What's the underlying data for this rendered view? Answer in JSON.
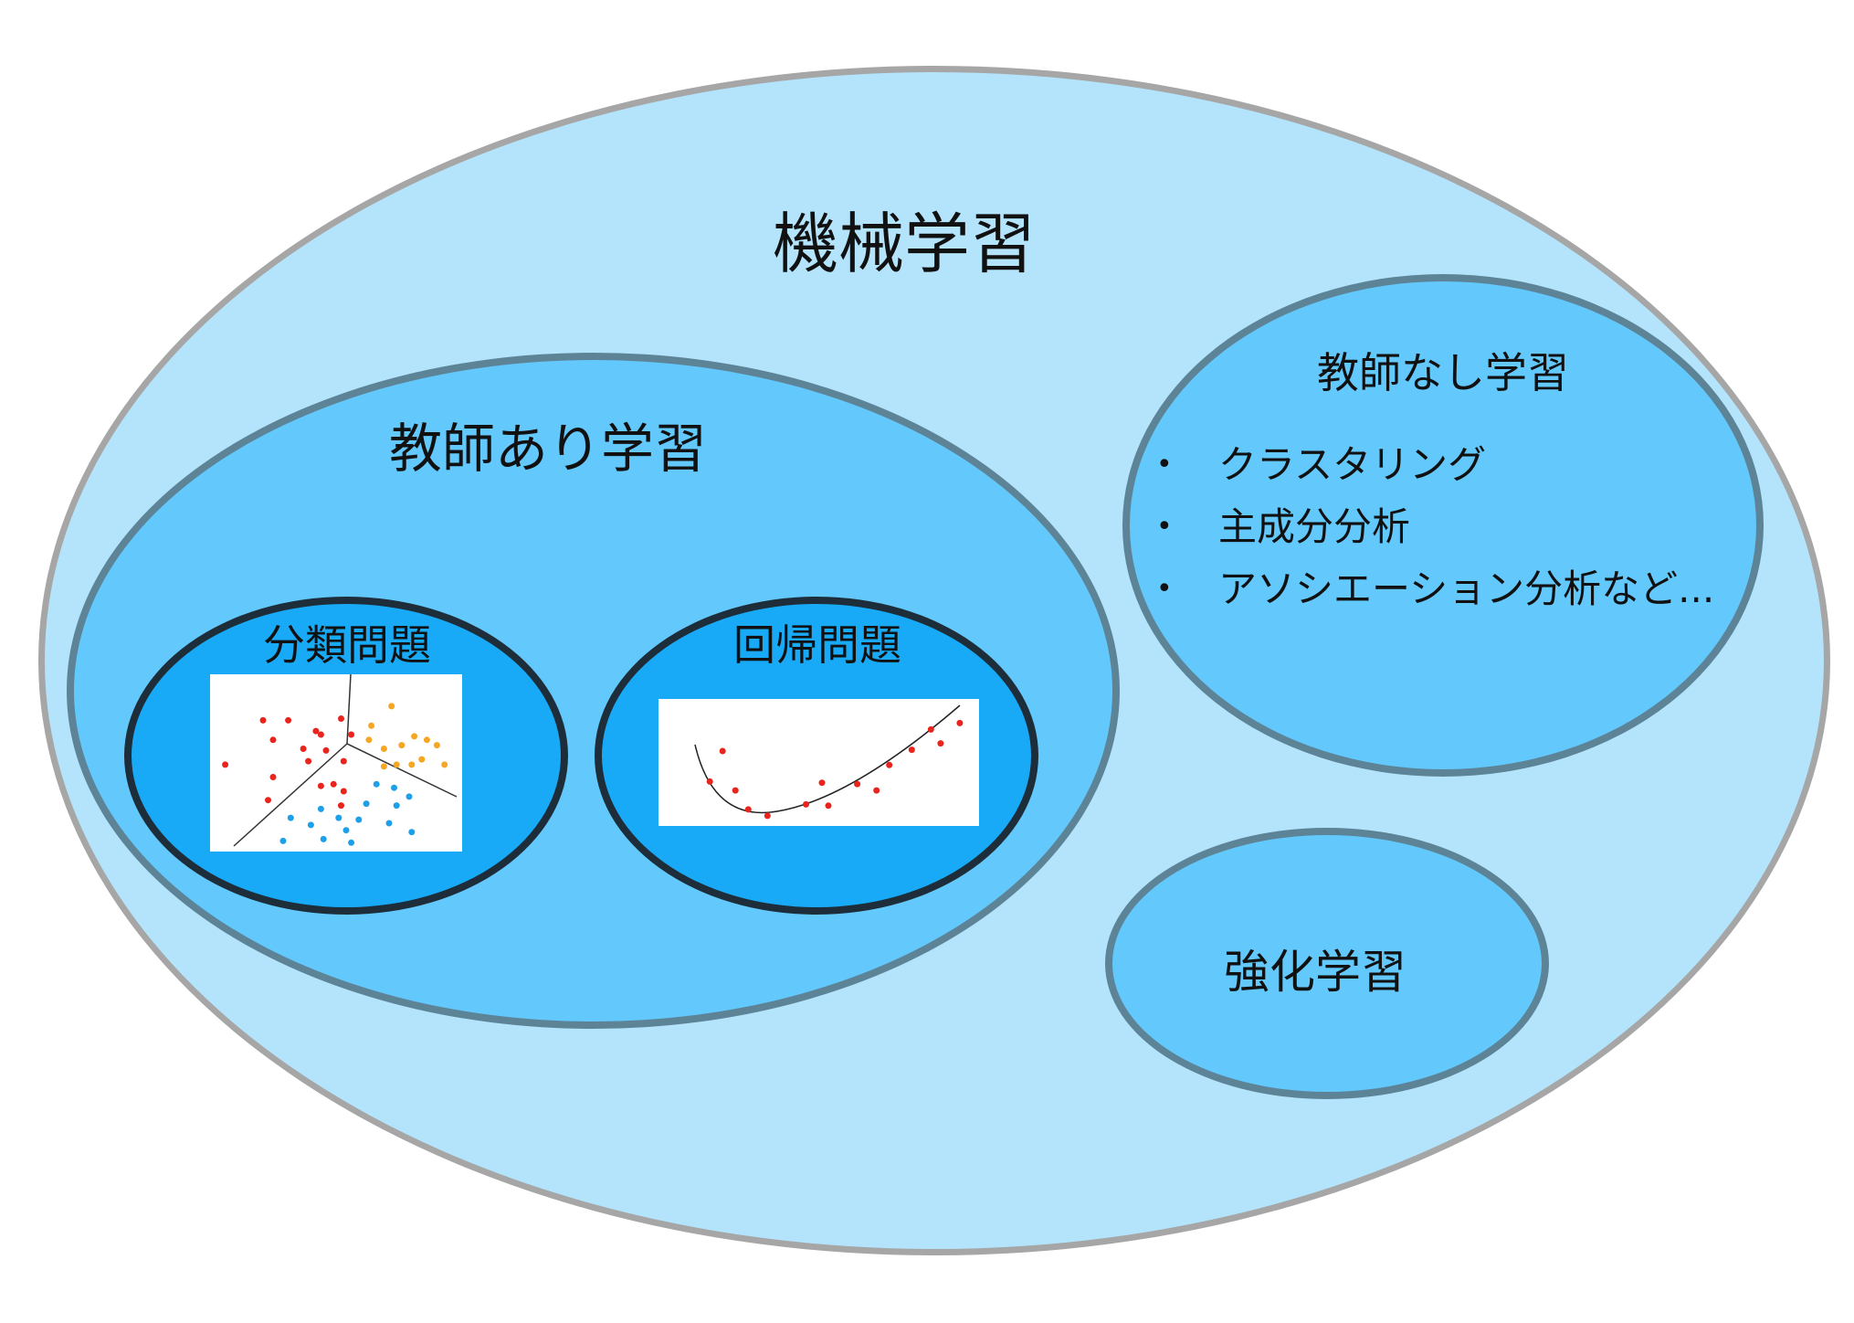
{
  "diagram": {
    "title": "機械学習",
    "supervised": {
      "label": "教師あり学習",
      "classification": {
        "label": "分類問題"
      },
      "regression": {
        "label": "回帰問題"
      }
    },
    "unsupervised": {
      "label": "教師なし学習",
      "items": [
        "クラスタリング",
        "主成分分析",
        "アソシエーション分析など..."
      ]
    },
    "reinforcement": {
      "label": "強化学習"
    }
  },
  "colors": {
    "outer_fill": "#b3e4fb",
    "inner_fill": "#63c8fb",
    "problem_fill": "#19aaf7",
    "class_red": "#e8241d",
    "class_orange": "#f5a623",
    "class_blue": "#1ea0e8"
  },
  "illustrations": {
    "classification_scatter": {
      "red": [
        [
          0.21,
          0.26
        ],
        [
          0.25,
          0.37
        ],
        [
          0.31,
          0.26
        ],
        [
          0.37,
          0.42
        ],
        [
          0.42,
          0.32
        ],
        [
          0.46,
          0.43
        ],
        [
          0.52,
          0.25
        ],
        [
          0.56,
          0.34
        ],
        [
          0.44,
          0.34
        ],
        [
          0.39,
          0.49
        ],
        [
          0.25,
          0.58
        ],
        [
          0.53,
          0.49
        ],
        [
          0.06,
          0.51
        ],
        [
          0.44,
          0.63
        ],
        [
          0.53,
          0.66
        ],
        [
          0.23,
          0.71
        ],
        [
          0.52,
          0.74
        ],
        [
          0.49,
          0.62
        ]
      ],
      "orange": [
        [
          0.63,
          0.37
        ],
        [
          0.72,
          0.18
        ],
        [
          0.64,
          0.29
        ],
        [
          0.69,
          0.42
        ],
        [
          0.76,
          0.4
        ],
        [
          0.81,
          0.35
        ],
        [
          0.86,
          0.37
        ],
        [
          0.9,
          0.4
        ],
        [
          0.74,
          0.51
        ],
        [
          0.8,
          0.51
        ],
        [
          0.84,
          0.48
        ],
        [
          0.69,
          0.52
        ],
        [
          0.93,
          0.51
        ]
      ],
      "blue": [
        [
          0.66,
          0.62
        ],
        [
          0.73,
          0.64
        ],
        [
          0.79,
          0.69
        ],
        [
          0.62,
          0.73
        ],
        [
          0.44,
          0.76
        ],
        [
          0.51,
          0.81
        ],
        [
          0.59,
          0.82
        ],
        [
          0.74,
          0.74
        ],
        [
          0.32,
          0.81
        ],
        [
          0.4,
          0.85
        ],
        [
          0.54,
          0.88
        ],
        [
          0.71,
          0.84
        ],
        [
          0.8,
          0.89
        ],
        [
          0.45,
          0.93
        ],
        [
          0.56,
          0.95
        ],
        [
          0.29,
          0.94
        ]
      ]
    },
    "regression_scatter": [
      [
        0.2,
        0.41
      ],
      [
        0.16,
        0.65
      ],
      [
        0.24,
        0.72
      ],
      [
        0.28,
        0.87
      ],
      [
        0.34,
        0.92
      ],
      [
        0.46,
        0.83
      ],
      [
        0.51,
        0.66
      ],
      [
        0.53,
        0.84
      ],
      [
        0.62,
        0.67
      ],
      [
        0.68,
        0.72
      ],
      [
        0.72,
        0.52
      ],
      [
        0.79,
        0.4
      ],
      [
        0.85,
        0.24
      ],
      [
        0.88,
        0.35
      ],
      [
        0.94,
        0.19
      ]
    ]
  }
}
